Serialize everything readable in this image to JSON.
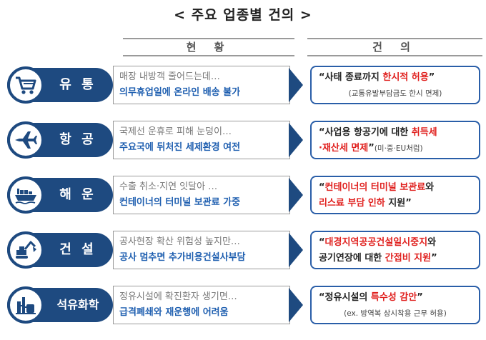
{
  "title": "< 주요 업종별 건의 >",
  "headers": {
    "status": "현 황",
    "suggestion": "건 의"
  },
  "rows": [
    {
      "sector": "유 통",
      "icon": "shopping-cart-icon",
      "status_line1": "매장 내방객 줄어드는데…",
      "status_line2": "의무휴업일에 온라인 배송 불가",
      "sugg": {
        "l1a": "“사태 종료까지 ",
        "l1b": "한시적 허용",
        "l1c": "”",
        "note": "(교통유발부담금도 한시 면제)"
      }
    },
    {
      "sector": "항 공",
      "icon": "airplane-icon",
      "status_line1": "국제선 운휴로 피해 눈덩이…",
      "status_line2": "주요국에 뒤처진 세제환경 여전",
      "sugg": {
        "l1a": "“사업용 항공기에 대한 ",
        "l1b": "취득세",
        "l2a": "·재산세 면제",
        "l2b": "”",
        "note": "(미·중·EU처럼)"
      }
    },
    {
      "sector": "해 운",
      "icon": "cargo-ship-icon",
      "status_line1": "수출 취소·지연 잇달아 …",
      "status_line2": "컨테이너의 터미널 보관료 가중",
      "sugg": {
        "l1a": "“",
        "l1b": "컨테이너의 터미널 보관료",
        "l1c": "와",
        "l2a": "리스료 부담 인하",
        "l2b": " 지원”"
      }
    },
    {
      "sector": "건 설",
      "icon": "excavator-icon",
      "status_line1": "공사현장 확산 위험성 높지만…",
      "status_line2": "공사 멈추면 추가비용건설사부담",
      "sugg": {
        "l1a": "“",
        "l1b": "대경지역공공건설일시중지",
        "l1c": "와",
        "l2a": "공기연장에 대한 ",
        "l2b": "간접비 지원",
        "l2c": "”"
      }
    },
    {
      "sector": "석유화학",
      "icon": "refinery-icon",
      "status_line1": "정유시설에 확진환자 생기면…",
      "status_line2": "급격폐쇄와 재운행에 어려움",
      "sugg": {
        "l1a": "“정유시설의 ",
        "l1b": "특수성 감안",
        "l1c": "”",
        "note": "(ex. 방역복 상시착용 근무 허용)"
      }
    }
  ],
  "colors": {
    "navy": "#1e4a80",
    "blue_text": "#1f5fb0",
    "red": "#e0201e",
    "border_blue": "#2a5ea8"
  }
}
